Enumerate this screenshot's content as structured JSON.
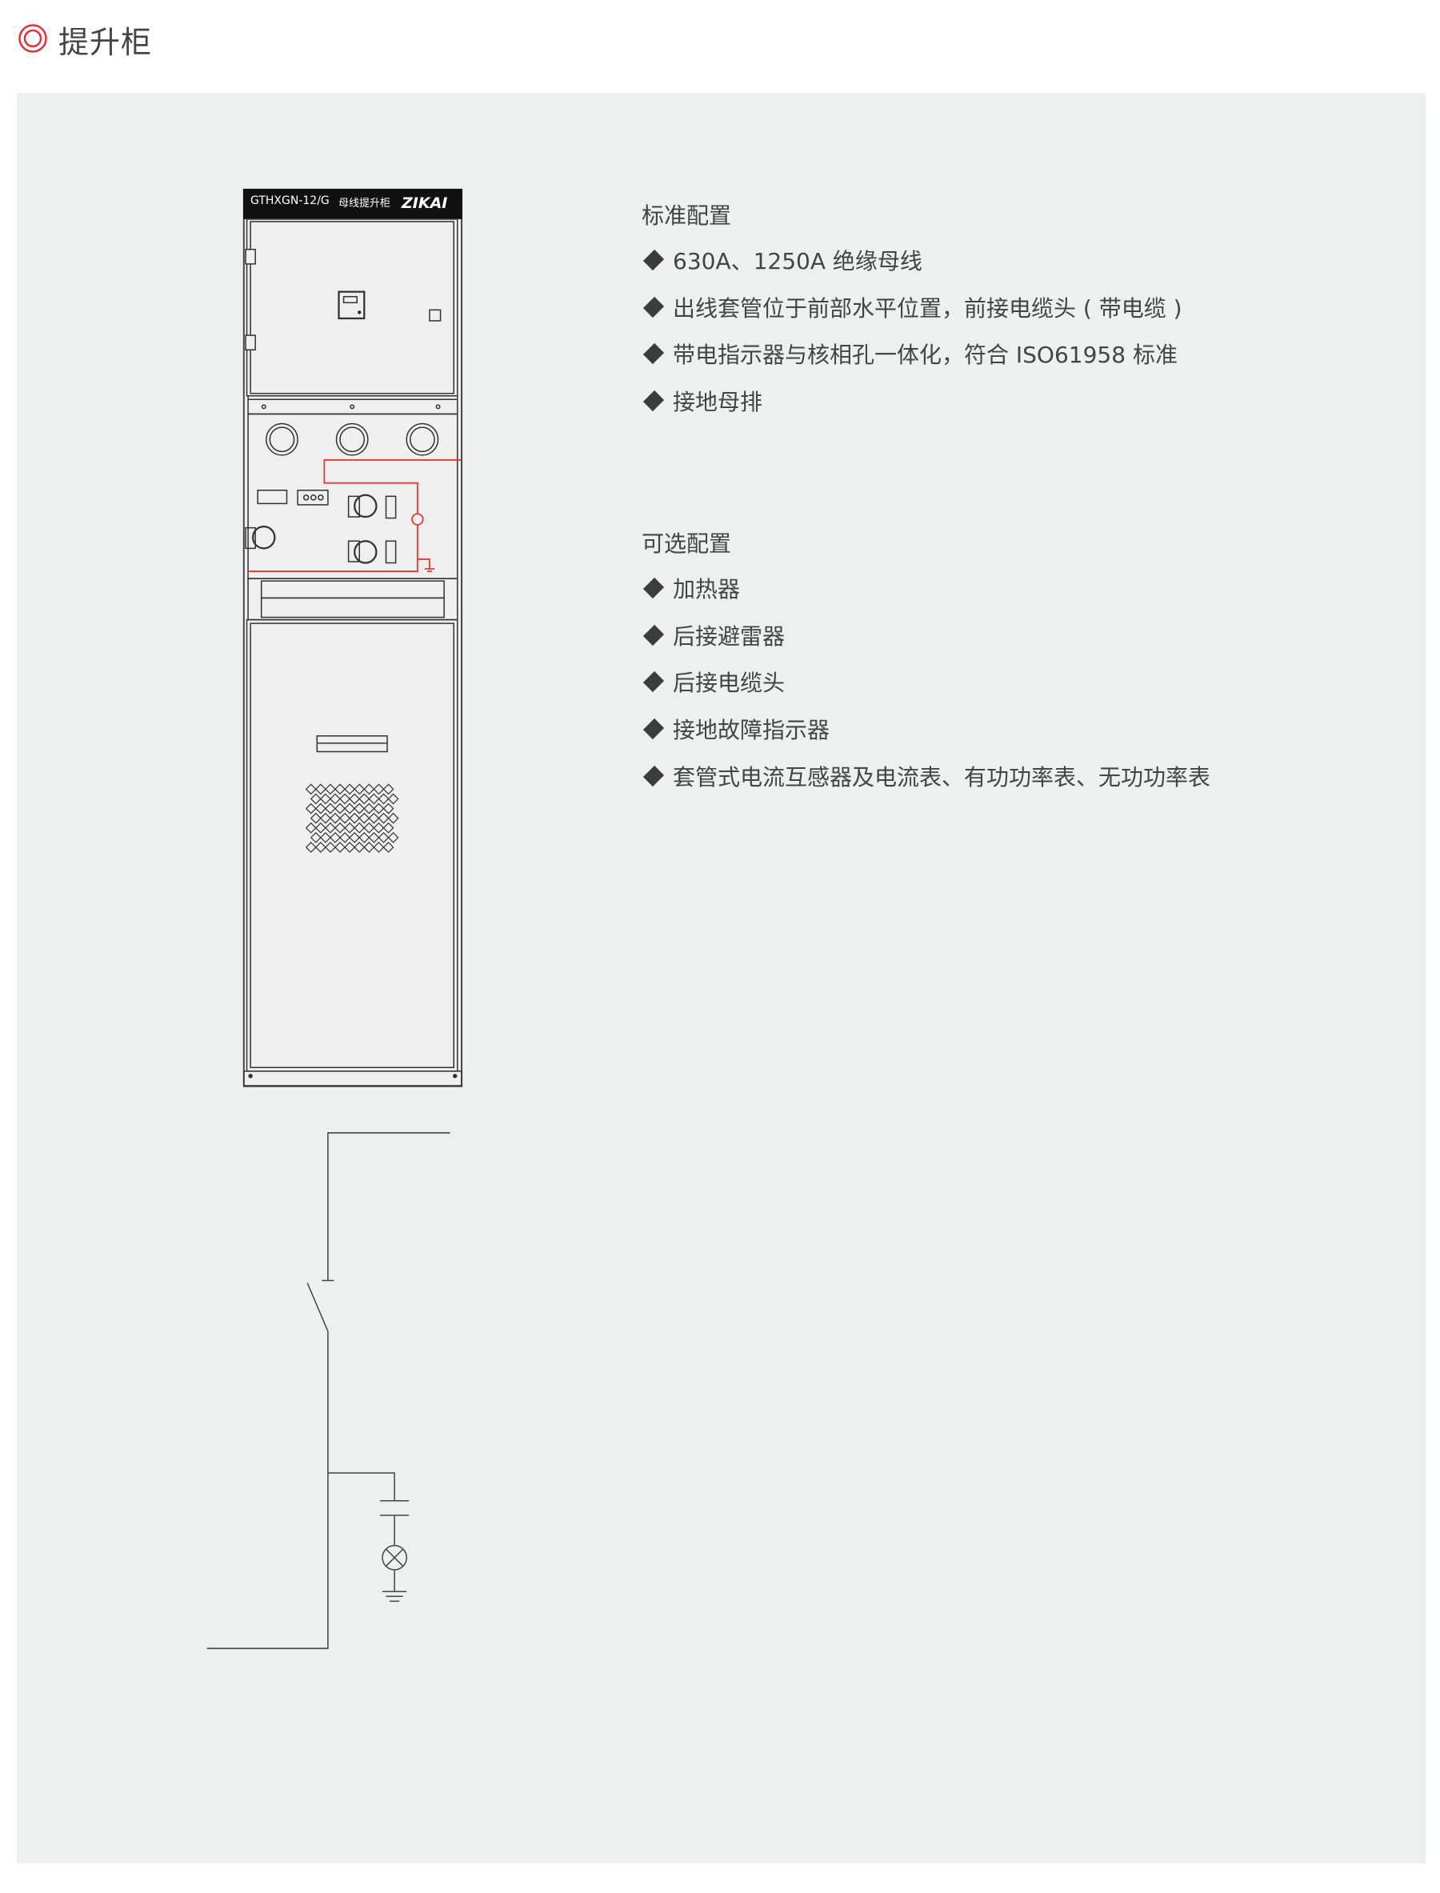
{
  "header": {
    "title": "提升柜",
    "icon": "double-circle-icon",
    "accent_color": "#e0303a"
  },
  "cabinet": {
    "model": "GTHXGN-12/G",
    "name": "母线提升柜",
    "brand": "ZIKAI"
  },
  "standard": {
    "title": "标准配置",
    "items": [
      "630A、1250A 绝缘母线",
      "出线套管位于前部水平位置，前接电缆头 ( 带电缆 )",
      "带电指示器与核相孔一体化，符合 ISO61958 标准",
      "接地母排"
    ]
  },
  "optional": {
    "title": "可选配置",
    "items": [
      "加热器",
      "后接避雷器",
      "后接电缆头",
      "接地故障指示器",
      "套管式电流互感器及电流表、有功功率表、无功功率表"
    ]
  }
}
